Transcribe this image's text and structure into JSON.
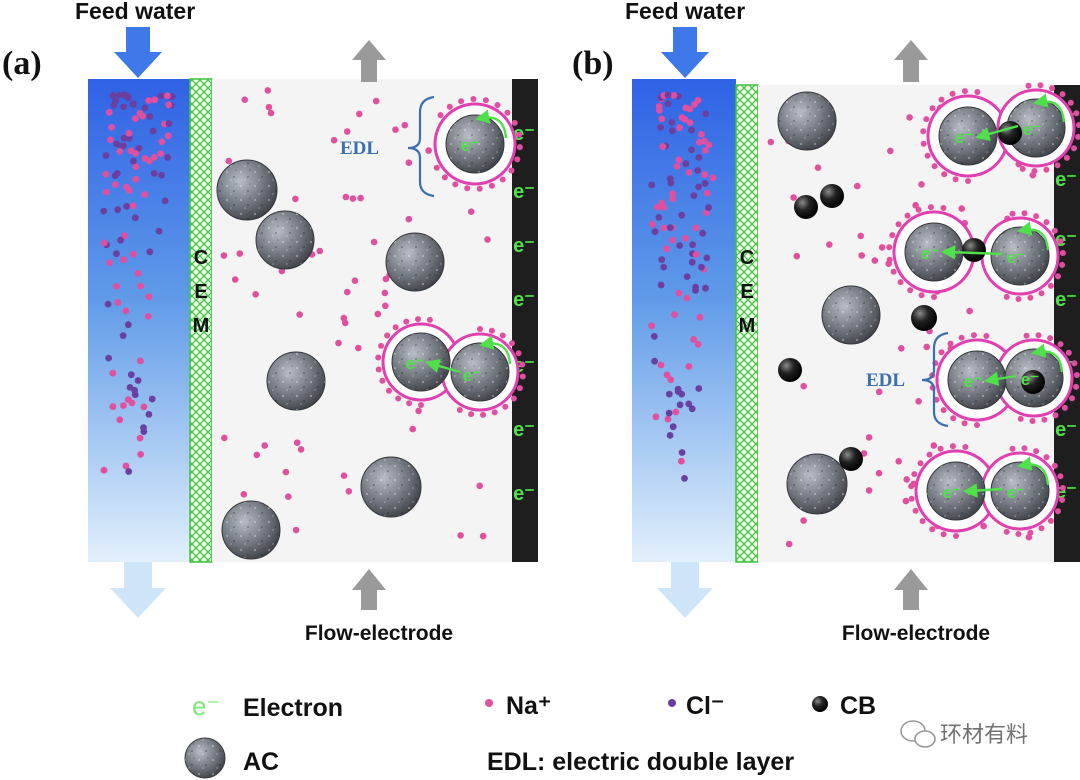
{
  "panel_a": {
    "label": "(a)",
    "feed_label": "Feed water",
    "flow_label": "Flow-electrode",
    "membrane_letters": [
      "C",
      "E",
      "M"
    ],
    "edl_label": "EDL",
    "electron_symbol": "e⁻"
  },
  "panel_b": {
    "label": "(b)",
    "feed_label": "Feed water",
    "flow_label": "Flow-electrode",
    "membrane_letters": [
      "C",
      "E",
      "M"
    ],
    "edl_label": "EDL",
    "electron_symbol": "e⁻"
  },
  "legend": {
    "electron_symbol": "e⁻",
    "electron_label": "Electron",
    "na_label": "Na⁺",
    "cl_label": "Cl⁻",
    "cb_label": "CB",
    "ac_label": "AC",
    "edl_text": "EDL: electric double layer"
  },
  "watermark": {
    "text": "环材有料"
  },
  "colors": {
    "na_ion": "#e0509f",
    "cl_ion": "#6a3fa0",
    "electron_green": "#4fe04a",
    "edl_ring": "#e040b0",
    "edl_label": "#3a6fb0",
    "feed_blue": "#3f78e8",
    "outlet_blue": "#b9dcf7",
    "gray_arrow": "#9a9a9a",
    "collector": "#1e1e1e",
    "cem_green": "#3fc23f"
  }
}
